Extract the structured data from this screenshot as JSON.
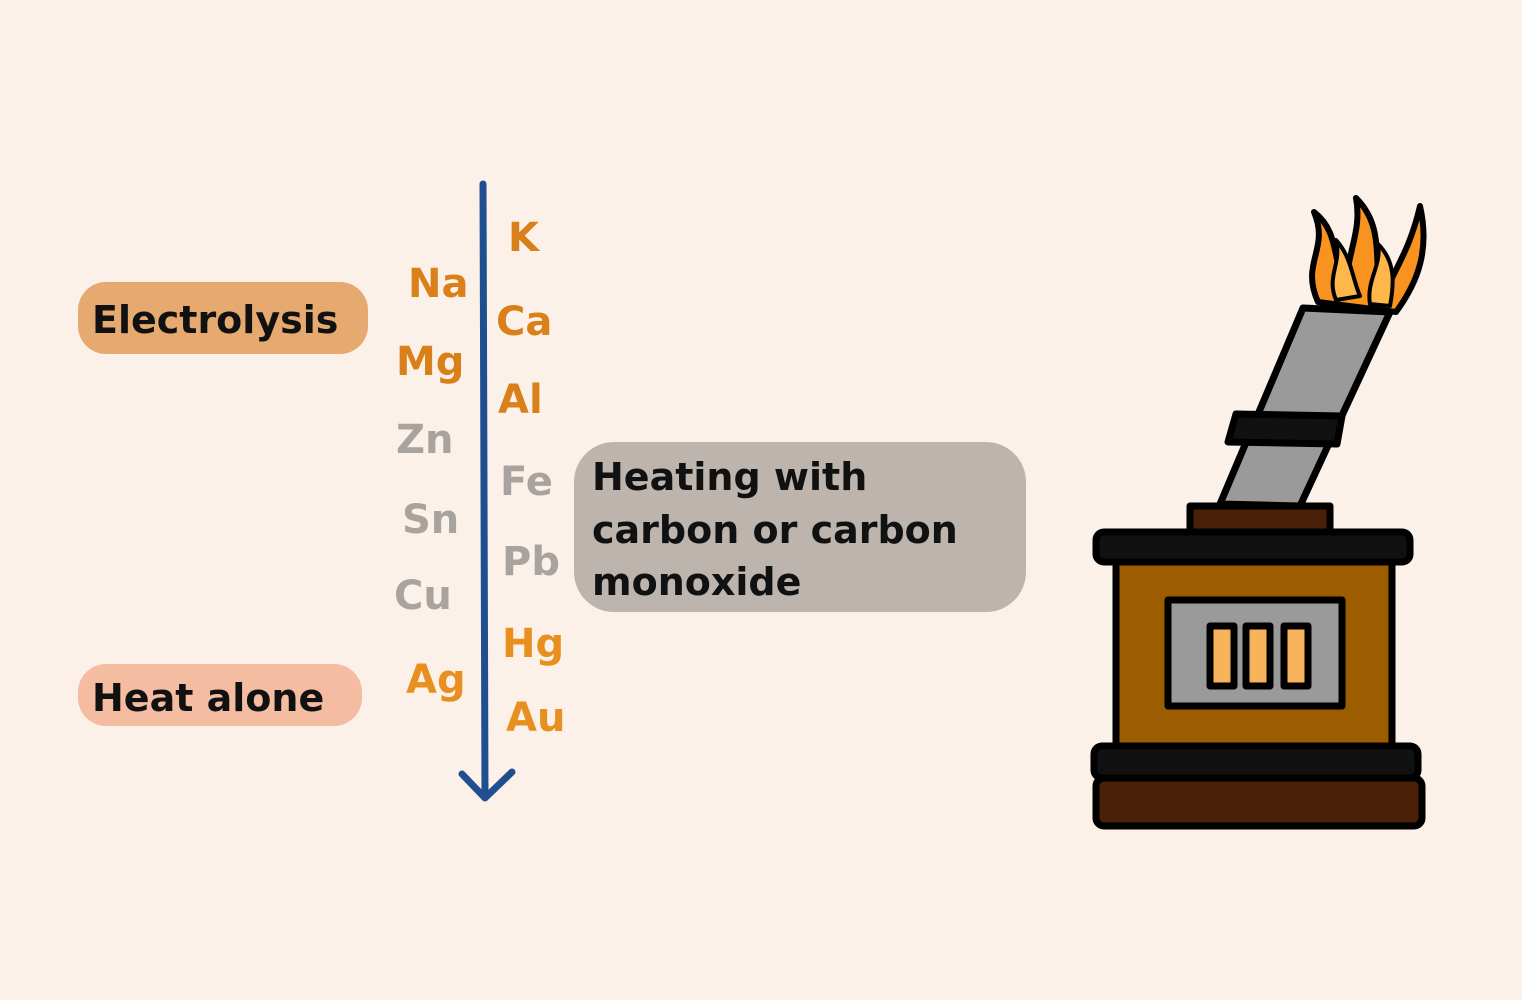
{
  "colors": {
    "background": "#fcf1e8",
    "arrow": "#1f4f8f",
    "electrolysis_group": "#d9801a",
    "carbon_group": "#a8a39f",
    "heat_group": "#e8901f",
    "electrolysis_highlight": "#e6a96f",
    "carbon_highlight": "#bdb5ad",
    "heat_highlight": "#f4bca0",
    "furnace_body": "#9c5c00",
    "furnace_dark": "#4a2008",
    "flame": "#f7931e"
  },
  "elements": {
    "k": "K",
    "na": "Na",
    "ca": "Ca",
    "mg": "Mg",
    "al": "Al",
    "zn": "Zn",
    "fe": "Fe",
    "sn": "Sn",
    "pb": "Pb",
    "cu": "Cu",
    "hg": "Hg",
    "ag": "Ag",
    "au": "Au"
  },
  "methods": {
    "electrolysis": "Electrolysis",
    "carbon_line1": "Heating with",
    "carbon_line2": "carbon or carbon",
    "carbon_line3": "monoxide",
    "heat": "Heat alone"
  },
  "icons": {
    "arrow": "down-arrow-icon",
    "furnace": "furnace-icon",
    "flame": "flame-icon"
  }
}
